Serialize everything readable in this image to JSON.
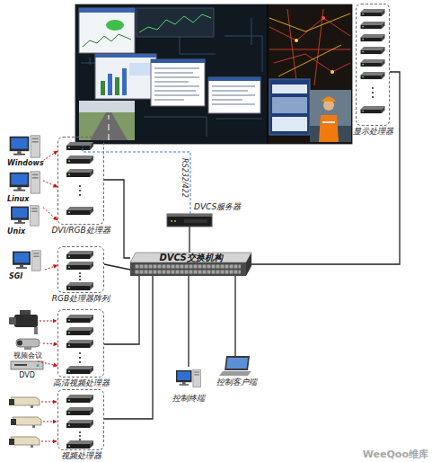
{
  "diagram": {
    "nodes": [
      {
        "text": [
          "显示处理器"
        ]
      },
      {
        "text": [
          "Windows"
        ]
      },
      {
        "text": [
          "DVI/RGB处理器"
        ]
      },
      {
        "text": [
          "Linux"
        ]
      },
      {
        "text": [
          "Unix"
        ]
      },
      {
        "text": [
          "DVCS服务器"
        ]
      },
      {
        "text": [
          "SGI"
        ]
      },
      {
        "text": [
          "DVCS交换机构"
        ]
      },
      {
        "text": [
          "RGB处理器阵列"
        ]
      },
      {
        "text": [
          "高清视频处理器"
        ]
      },
      {
        "text": [
          "视频会议"
        ]
      },
      {
        "text": [
          "DVD"
        ]
      },
      {
        "text": [
          "控制客户端"
        ]
      },
      {
        "text": [
          "控制终端"
        ]
      },
      {
        "text": [
          "视频处理器"
        ]
      }
    ],
    "edges": [
      {
        "from": 1,
        "to": 2,
        "arrow": "to"
      },
      {
        "from": 3,
        "to": 2,
        "arrow": "to"
      },
      {
        "from": 4,
        "to": 2,
        "arrow": "to"
      },
      {
        "from": 6,
        "to": 8,
        "arrow": "to"
      },
      {
        "from": 10,
        "to": 9,
        "arrow": "to"
      },
      {
        "from": 11,
        "to": 9,
        "arrow": "to"
      },
      {
        "from": 2,
        "to": 7,
        "arrow": "none"
      },
      {
        "from": 8,
        "to": 7,
        "arrow": "none"
      },
      {
        "from": 9,
        "to": 7,
        "arrow": "none"
      },
      {
        "from": 14,
        "to": 7,
        "arrow": "none"
      },
      {
        "from": 5,
        "to": 7,
        "arrow": "none"
      },
      {
        "from": 7,
        "to": 13,
        "arrow": "none"
      },
      {
        "from": 7,
        "to": 12,
        "arrow": "none"
      },
      {
        "from": 7,
        "to": 0,
        "arrow": "none"
      }
    ],
    "labels": [
      "RS232/422",
      "WeeQoo维库"
    ]
  }
}
